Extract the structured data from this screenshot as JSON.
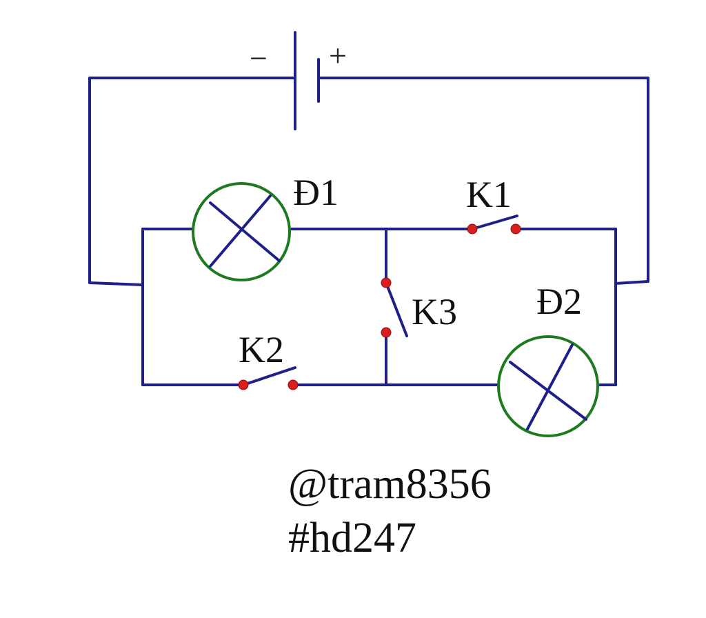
{
  "battery": {
    "negative_sign": "−",
    "positive_sign": "+"
  },
  "lamps": {
    "d1": "Đ1",
    "d2": "Đ2"
  },
  "switches": {
    "k1": "K1",
    "k2": "K2",
    "k3": "K3"
  },
  "watermark": {
    "handle": "@tram8356",
    "hashtag": "#hd247"
  },
  "colors": {
    "wire": "#1f1f8a",
    "lamp_ring": "#1e7a1e",
    "contact": "#d81e1e"
  }
}
